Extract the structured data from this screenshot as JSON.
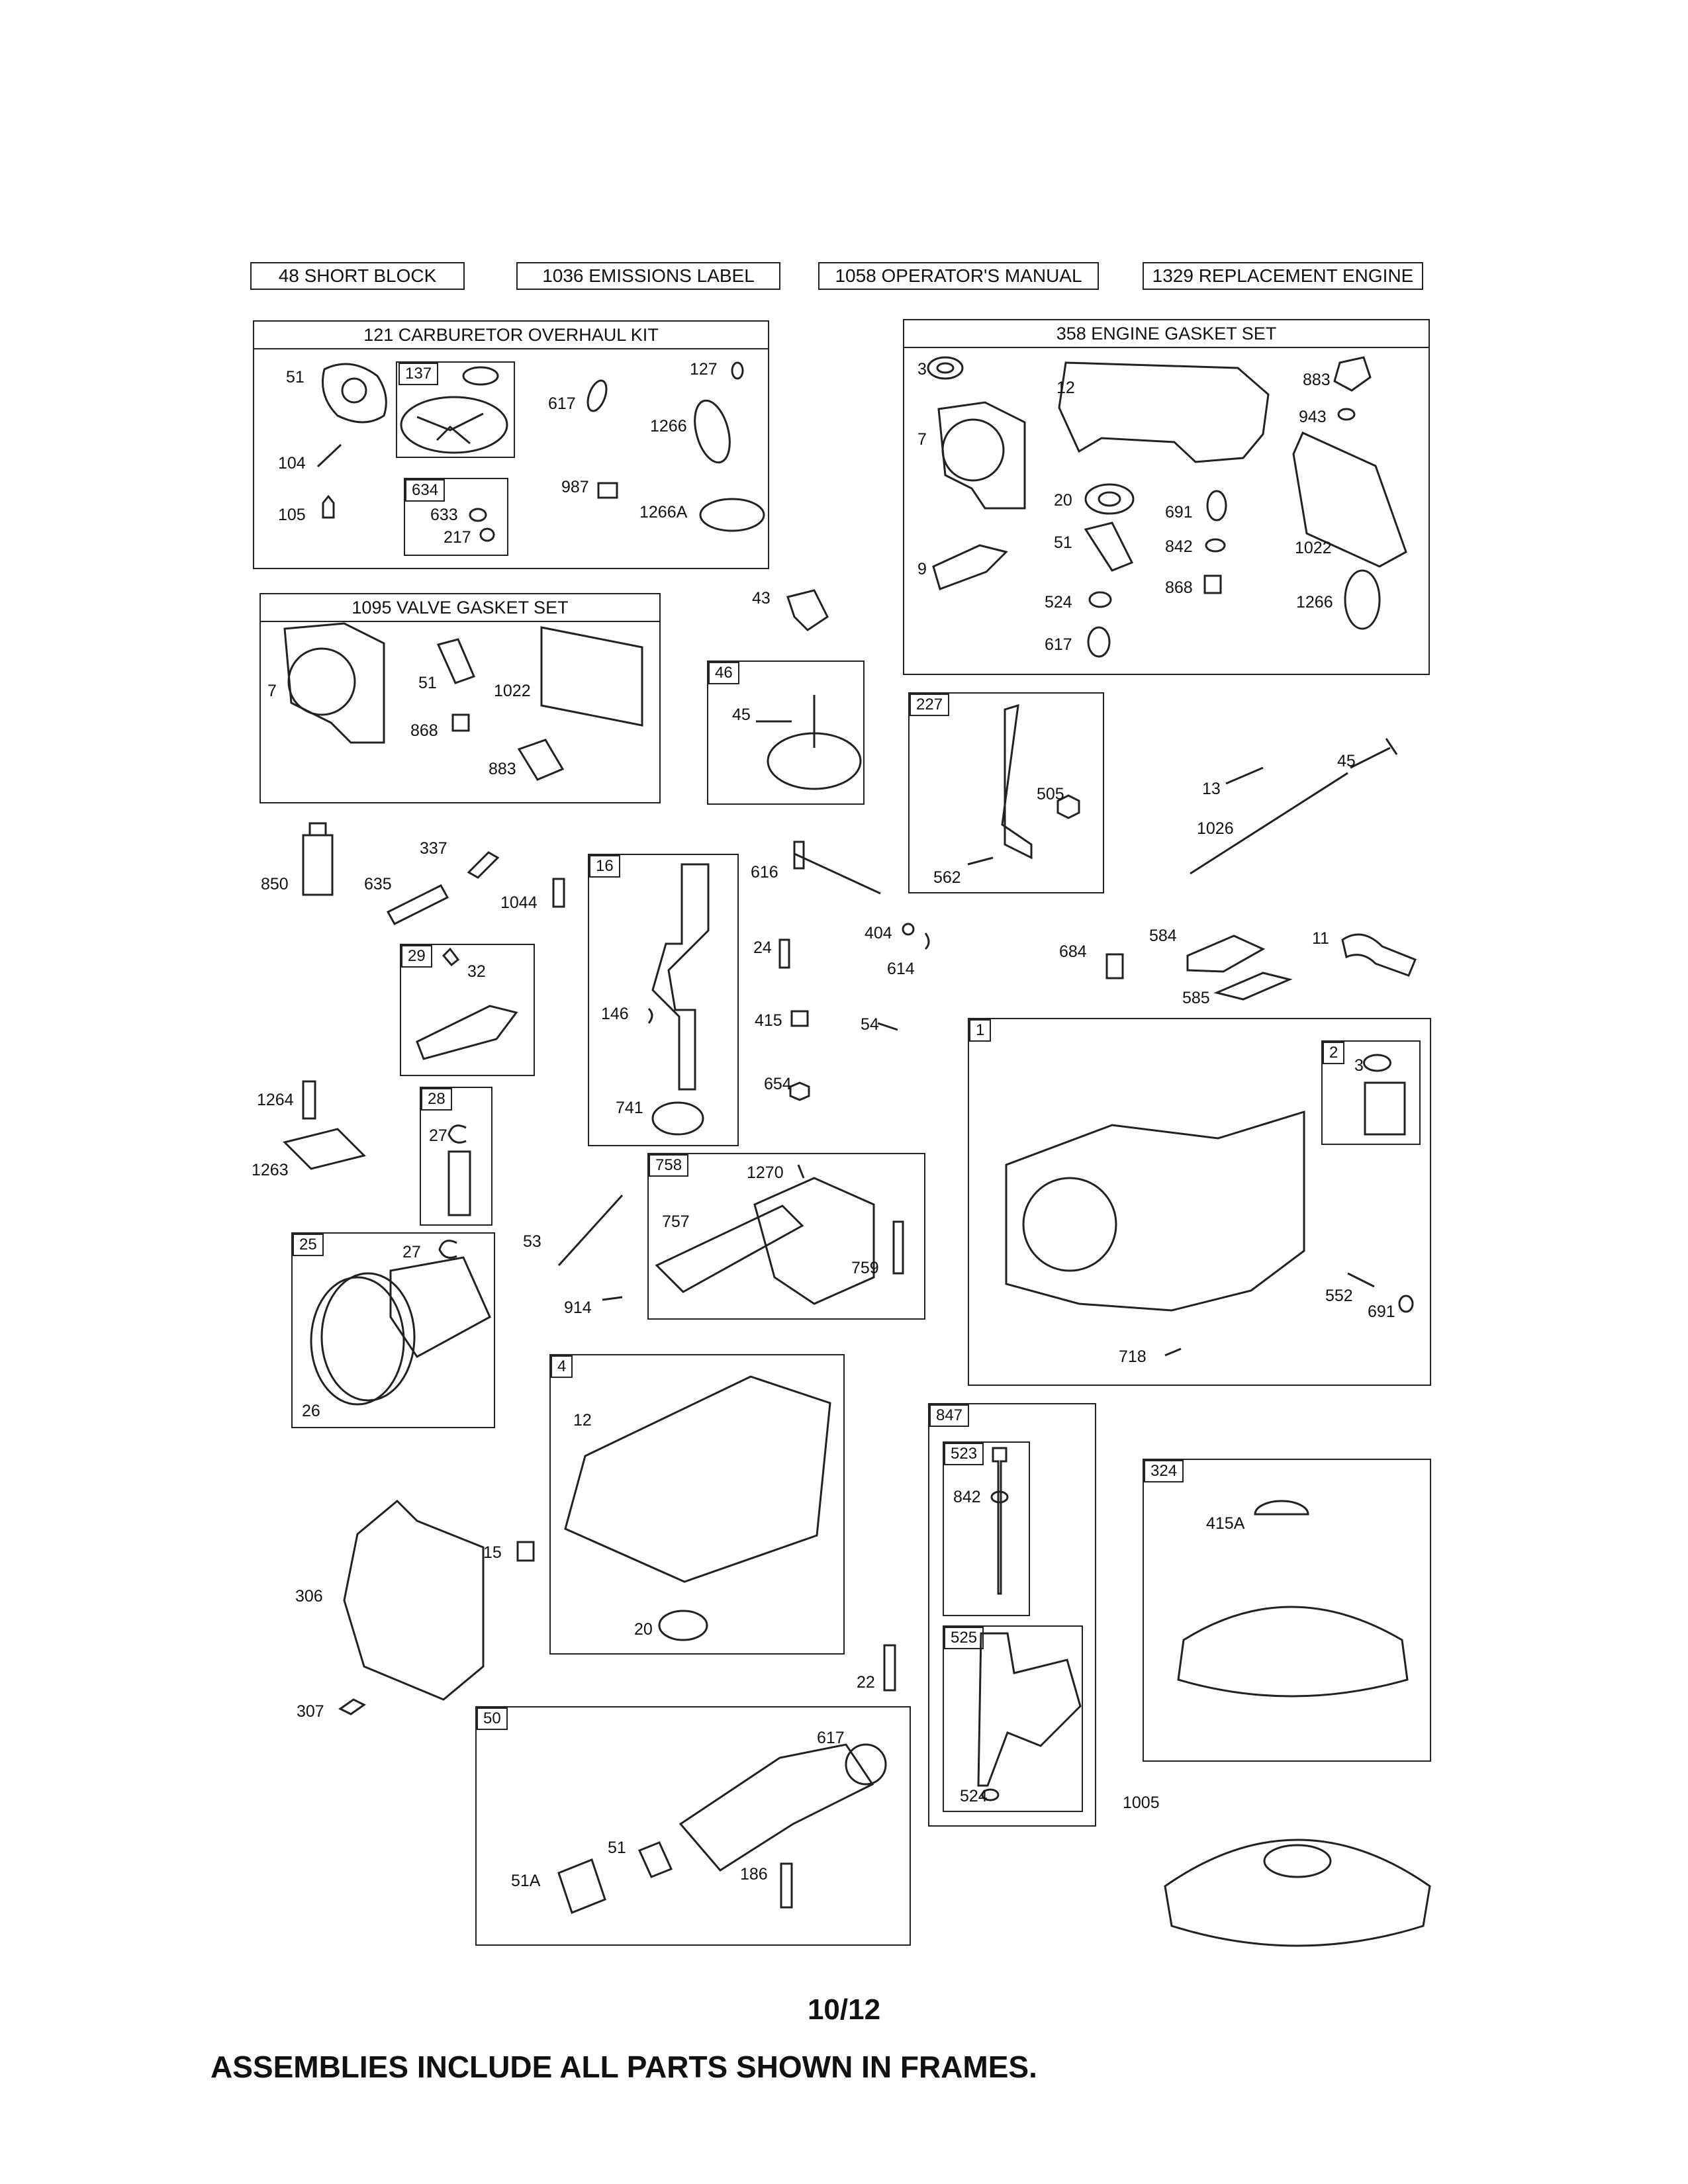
{
  "header_labels": [
    "48 SHORT BLOCK",
    "1036 EMISSIONS LABEL",
    "1058 OPERATOR'S MANUAL",
    "1329 REPLACEMENT ENGINE"
  ],
  "frames": {
    "carb": "121 CARBURETOR OVERHAUL KIT",
    "engine_gasket": "358 ENGINE GASKET SET",
    "valve_gasket": "1095 VALVE GASKET SET"
  },
  "tags": {
    "t137": "137",
    "t634": "634",
    "t46": "46",
    "t227": "227",
    "t16": "16",
    "t29": "29",
    "t28": "28",
    "t25": "25",
    "t758": "758",
    "t1": "1",
    "t2": "2",
    "t4": "4",
    "t847": "847",
    "t523": "523",
    "t525": "525",
    "t324": "324",
    "t50": "50"
  },
  "parts": {
    "p51a": "51",
    "p104": "104",
    "p105": "105",
    "p633": "633",
    "p217": "217",
    "p617a": "617",
    "p127": "127",
    "p1266a": "1266",
    "p987": "987",
    "p1266A": "1266A",
    "p3a": "3",
    "p12a": "12",
    "p883a": "883",
    "p943": "943",
    "p7a": "7",
    "p20a": "20",
    "p691a": "691",
    "p51b": "51",
    "p842a": "842",
    "p1022a": "1022",
    "p9": "9",
    "p868a": "868",
    "p524a": "524",
    "p1266b": "1266",
    "p617b": "617",
    "p7b": "7",
    "p51c": "51",
    "p1022b": "1022",
    "p868b": "868",
    "p883b": "883",
    "p43": "43",
    "p45a": "45",
    "p505": "505",
    "p562": "562",
    "p13": "13",
    "p45b": "45",
    "p1026": "1026",
    "p850": "850",
    "p635": "635",
    "p337": "337",
    "p1044": "1044",
    "p616": "616",
    "p404": "404",
    "p614": "614",
    "p684": "684",
    "p584": "584",
    "p11": "11",
    "p585": "585",
    "p32": "32",
    "p24": "24",
    "p146": "146",
    "p415": "415",
    "p54": "54",
    "p654": "654",
    "p741": "741",
    "p1264": "1264",
    "p1263": "1263",
    "p27a": "27",
    "p3b": "3",
    "p27b": "27",
    "p26": "26",
    "p53": "53",
    "p914": "914",
    "p1270": "1270",
    "p757": "757",
    "p759": "759",
    "p552": "552",
    "p691b": "691",
    "p718": "718",
    "p12b": "12",
    "p15": "15",
    "p20b": "20",
    "p842b": "842",
    "p415A": "415A",
    "p306": "306",
    "p307": "307",
    "p22": "22",
    "p524b": "524",
    "p617c": "617",
    "p51d": "51",
    "p51A": "51A",
    "p186": "186",
    "p1005": "1005"
  },
  "page_number": "10/12",
  "footer_note": "ASSEMBLIES INCLUDE ALL PARTS SHOWN IN FRAMES."
}
